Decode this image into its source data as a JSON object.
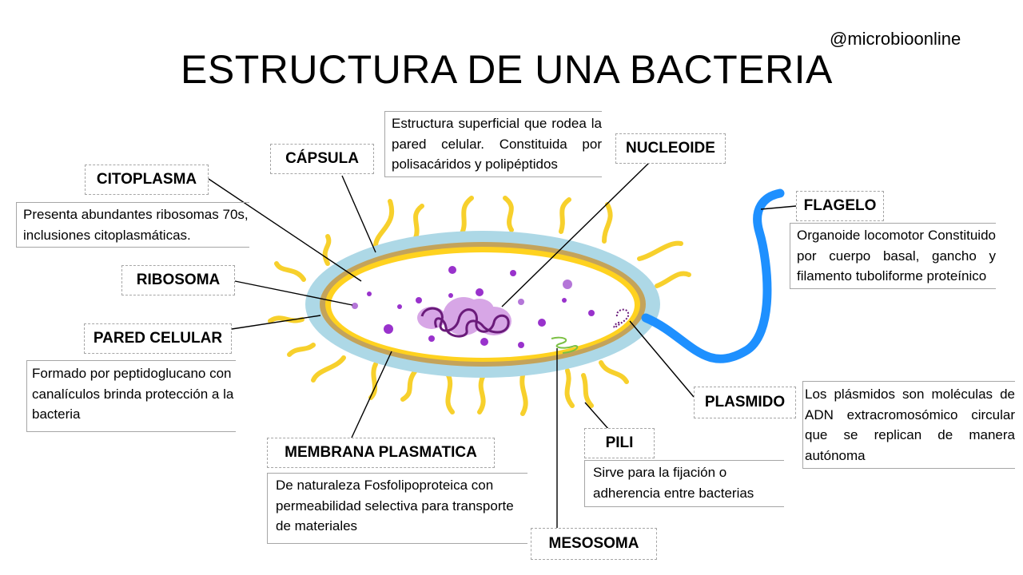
{
  "title": "ESTRUCTURA DE UNA BACTERIA",
  "handle": "@microbioonline",
  "labels": {
    "capsula": "CÁPSULA",
    "citoplasma": "CITOPLASMA",
    "nucleoide": "NUCLEOIDE",
    "flagelo": "FLAGELO",
    "ribosoma": "RIBOSOMA",
    "pared": "PARED CELULAR",
    "plasmido": "PLASMIDO",
    "membrana": "MEMBRANA PLASMATICA",
    "pili": "PILI",
    "mesosoma": "MESOSOMA"
  },
  "descriptions": {
    "capsula": "Estructura superficial que rodea la pared celular. Constituida por polisacáridos y polipéptidos",
    "citoplasma": "Presenta abundantes ribosomas 70s, inclusiones citoplasmáticas.",
    "flagelo": "Organoide locomotor Constituido por cuerpo basal, gancho y filamento tuboliforme proteínico",
    "pared": "Formado por peptidoglucano con canalículos brinda protección a la bacteria",
    "plasmido": "Los plásmidos son moléculas de ADN extracromosómico circular que se replican de manera autónoma",
    "membrana": "De naturaleza Fosfolipoproteica con permeabilidad selectiva para transporte de materiales",
    "pili": "Sirve para la fijación o adherencia entre bacterias"
  },
  "colors": {
    "capsule": "#add8e6",
    "wall": "#c4a35a",
    "membrane": "#ffd21f",
    "pili": "#f7d02c",
    "flagellum": "#1e90ff",
    "ribosome": "#9932cc",
    "nucleoid": "#6a1b7a",
    "mesosome": "#7bc043"
  }
}
